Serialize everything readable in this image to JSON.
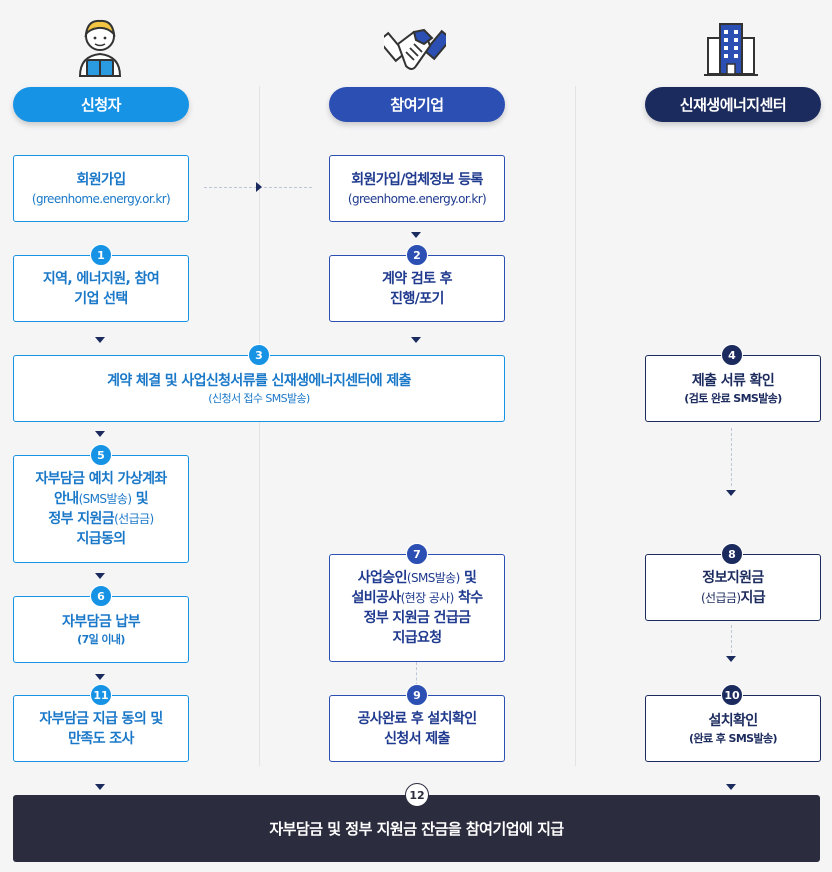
{
  "columns": {
    "applicant": {
      "title": "신청자",
      "icon": "reading-person-icon"
    },
    "company": {
      "title": "참여기업",
      "icon": "handshake-icon"
    },
    "center": {
      "title": "신재생에너지센터",
      "icon": "building-icon"
    }
  },
  "steps": {
    "join": {
      "line1": "회원가입",
      "line2": "(greenhome.energy.or.kr)"
    },
    "company_join": {
      "line1": "회원가입/업체정보 등록",
      "line2": "(greenhome.energy.or.kr)"
    },
    "s1": {
      "num": "1",
      "line1": "지역, 에너지원, 참여",
      "line2": "기업 선택"
    },
    "s2": {
      "num": "2",
      "line1": "계약 검토 후",
      "line2": "진행/포기"
    },
    "s3": {
      "num": "3",
      "line1": "계약 체결 및 사업신청서류를 신재생에너지센터에 제출",
      "line2": "(신청서 접수 SMS발송)"
    },
    "s4": {
      "num": "4",
      "line1": "제출 서류 확인",
      "line2": "(검토 완료 SMS발송)"
    },
    "s5": {
      "num": "5",
      "line1": "자부담금 예치 가상계좌",
      "line2a": "안내",
      "line2b": "(SMS발송)",
      "line2c": " 및",
      "line3a": "정부 지원금",
      "line3b": "(선급금)",
      "line4": "지급동의"
    },
    "s6": {
      "num": "6",
      "line1": "자부담금 납부",
      "line2": "(7일 이내)"
    },
    "s7": {
      "num": "7",
      "line1a": "사업승인",
      "line1b": "(SMS발송)",
      "line1c": " 및",
      "line2a": "설비공사",
      "line2b": "(현장 공사)",
      "line2c": " 착수",
      "line3": "정부 지원금 건급금",
      "line4": "지급요청"
    },
    "s8": {
      "num": "8",
      "line1": "정보지원금",
      "line2a": "(선급금)",
      "line2b": "지급"
    },
    "s9": {
      "num": "9",
      "line1": "공사완료 후 설치확인",
      "line2": "신청서 제출"
    },
    "s10": {
      "num": "10",
      "line1": "설치확인",
      "line2": "(완료 후 SMS발송)"
    },
    "s11": {
      "num": "11",
      "line1": "자부담금 지급 동의 및",
      "line2": "만족도 조사"
    },
    "s12": {
      "num": "12",
      "line1": "자부담금 및 정부 지원금 잔금을 참여기업에 지급"
    }
  },
  "colors": {
    "applicant": "#1793e6",
    "company": "#2c4fb3",
    "center": "#1c2b5e",
    "final": "#2b2c3d"
  }
}
